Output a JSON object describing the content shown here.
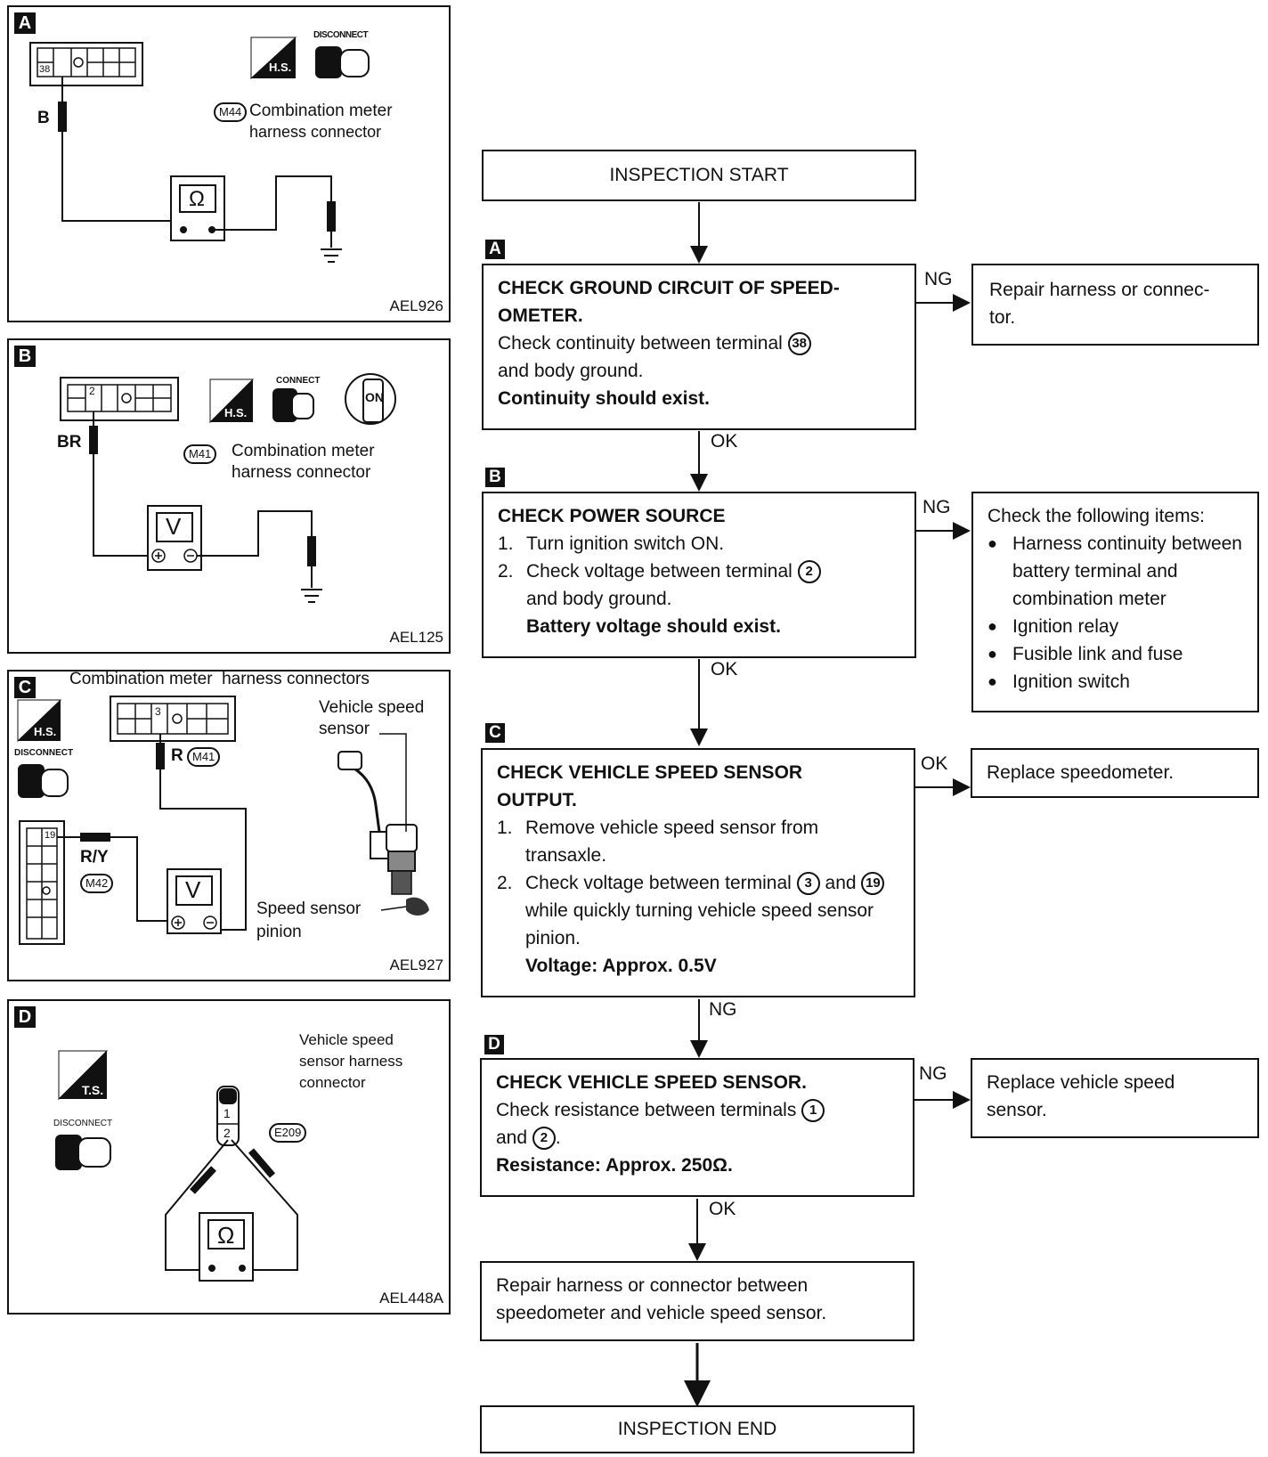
{
  "flow": {
    "start": "INSPECTION START",
    "end": "INSPECTION END",
    "steps": [
      {
        "tag": "A",
        "title1": "CHECK GROUND CIRCUIT OF SPEED-",
        "title2": "OMETER.",
        "line1": "Check continuity between terminal",
        "term": "38",
        "line2": "and body ground.",
        "result": "Continuity should exist.",
        "side_label": "NG",
        "side_text": "Repair harness or connec-\ntor.",
        "down_label": "OK"
      },
      {
        "tag": "B",
        "title": "CHECK POWER SOURCE",
        "step1_n": "1.",
        "step1": "Turn ignition switch ON.",
        "step2_n": "2.",
        "step2": "Check voltage between terminal",
        "term": "2",
        "step2b": "and body ground.",
        "result": "Battery voltage should exist.",
        "side_label": "NG",
        "side_title": "Check the following items:",
        "side_items": [
          "Harness continuity between battery terminal and combination meter",
          "Ignition relay",
          "Fusible link and fuse",
          "Ignition switch"
        ],
        "down_label": "OK"
      },
      {
        "tag": "C",
        "title1": "CHECK VEHICLE SPEED SENSOR",
        "title2": "OUTPUT.",
        "step1_n": "1.",
        "step1": "Remove vehicle speed sensor from transaxle.",
        "step2_n": "2.",
        "step2a": "Check voltage between terminal",
        "term1": "3",
        "step2b": "and",
        "term2": "19",
        "step2c": "while quickly turning vehicle speed sensor pinion.",
        "result": "Voltage: Approx. 0.5V",
        "side_label": "OK",
        "side_text": "Replace speedometer.",
        "down_label": "NG"
      },
      {
        "tag": "D",
        "title": "CHECK VEHICLE SPEED SENSOR.",
        "line1": "Check resistance between terminals",
        "term1": "1",
        "line2": "and",
        "term2": "2",
        "line2_end": ".",
        "result": "Resistance: Approx. 250Ω.",
        "side_label": "NG",
        "side_text": "Replace vehicle speed\nsensor.",
        "down_label": "OK"
      }
    ],
    "final_repair": "Repair harness or connector between speedometer and vehicle speed sensor."
  },
  "panels": [
    {
      "tag": "A",
      "terminal": "38",
      "wire": "B",
      "connector_id": "M44",
      "caption1": "Combination meter",
      "caption2": "harness connector",
      "meter": "Ω",
      "badge": "H.S.",
      "state": "DISCONNECT",
      "code": "AEL926"
    },
    {
      "tag": "B",
      "terminal": "2",
      "wire": "BR",
      "connector_id": "M41",
      "caption1": "Combination meter",
      "caption2": "harness connector",
      "meter": "V",
      "badge": "H.S.",
      "state": "CONNECT",
      "key": "ON",
      "code": "AEL125"
    },
    {
      "tag": "C",
      "caption": "Combination meter  harness connectors",
      "badge": "H.S.",
      "state": "DISCONNECT",
      "terminal_top": "3",
      "wire_top": "R",
      "connector_top": "M41",
      "terminal_side": "19",
      "wire_side": "R/Y",
      "connector_side": "M42",
      "meter": "V",
      "sensor_label1": "Vehicle speed",
      "sensor_label2": "sensor",
      "pinion_label1": "Speed sensor",
      "pinion_label2": "pinion",
      "code": "AEL927"
    },
    {
      "tag": "D",
      "badge": "T.S.",
      "state": "DISCONNECT",
      "caption1": "Vehicle speed",
      "caption2": "sensor harness",
      "caption3": "connector",
      "terminal1": "1",
      "terminal2": "2",
      "connector_id": "E209",
      "meter": "Ω",
      "code": "AEL448A"
    }
  ]
}
